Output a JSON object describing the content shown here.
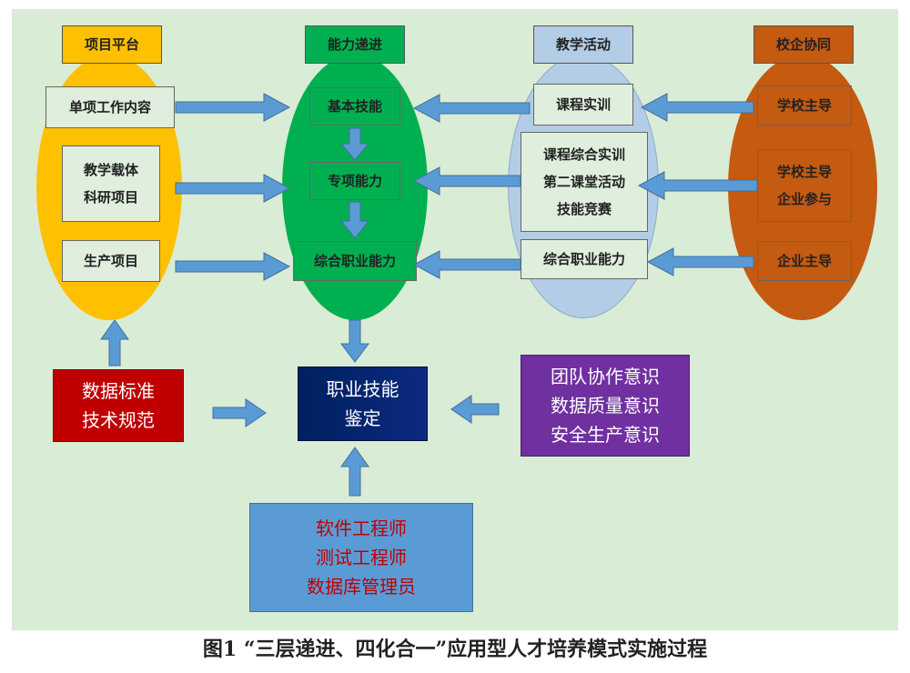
{
  "columns": {
    "project_platform": {
      "header": "项目平台",
      "items": [
        "单项工作内容",
        [
          "教学载体",
          "科研项目"
        ],
        "生产项目"
      ]
    },
    "ability_progression": {
      "header": "能力递进",
      "items": [
        "基本技能",
        "专项能力",
        "综合职业能力"
      ]
    },
    "teaching_activities": {
      "header": "教学活动",
      "items": [
        "课程实训",
        [
          "课程综合实训",
          "第二课堂活动",
          "技能竞赛"
        ],
        "综合职业能力"
      ]
    },
    "school_enterprise": {
      "header": "校企协同",
      "items": [
        "学校主导",
        [
          "学校主导",
          "企业参与"
        ],
        "企业主导"
      ]
    }
  },
  "bottom": {
    "standards": [
      "数据标准",
      "技术规范"
    ],
    "certification": [
      "职业技能",
      "鉴定"
    ],
    "awareness": [
      "团队协作意识",
      "数据质量意识",
      "安全生产意识"
    ],
    "roles": [
      "软件工程师",
      "测试工程师",
      "数据库管理员"
    ]
  },
  "caption": "图1 “三层递进、四化合一”应用型人才培养模式实施过程",
  "colors": {
    "panel_bg": "#d9ecd5",
    "yellow": "#ffc000",
    "green": "#00b050",
    "light_blue": "#b4cde6",
    "orange": "#c55a11",
    "box_fill": "#dfeedd",
    "arrow": "#5b9bd5",
    "dark_blue": "#002060",
    "red": "#c00000",
    "purple": "#7030a0",
    "blue": "#5b9bd5",
    "role_text": "#c00000"
  }
}
